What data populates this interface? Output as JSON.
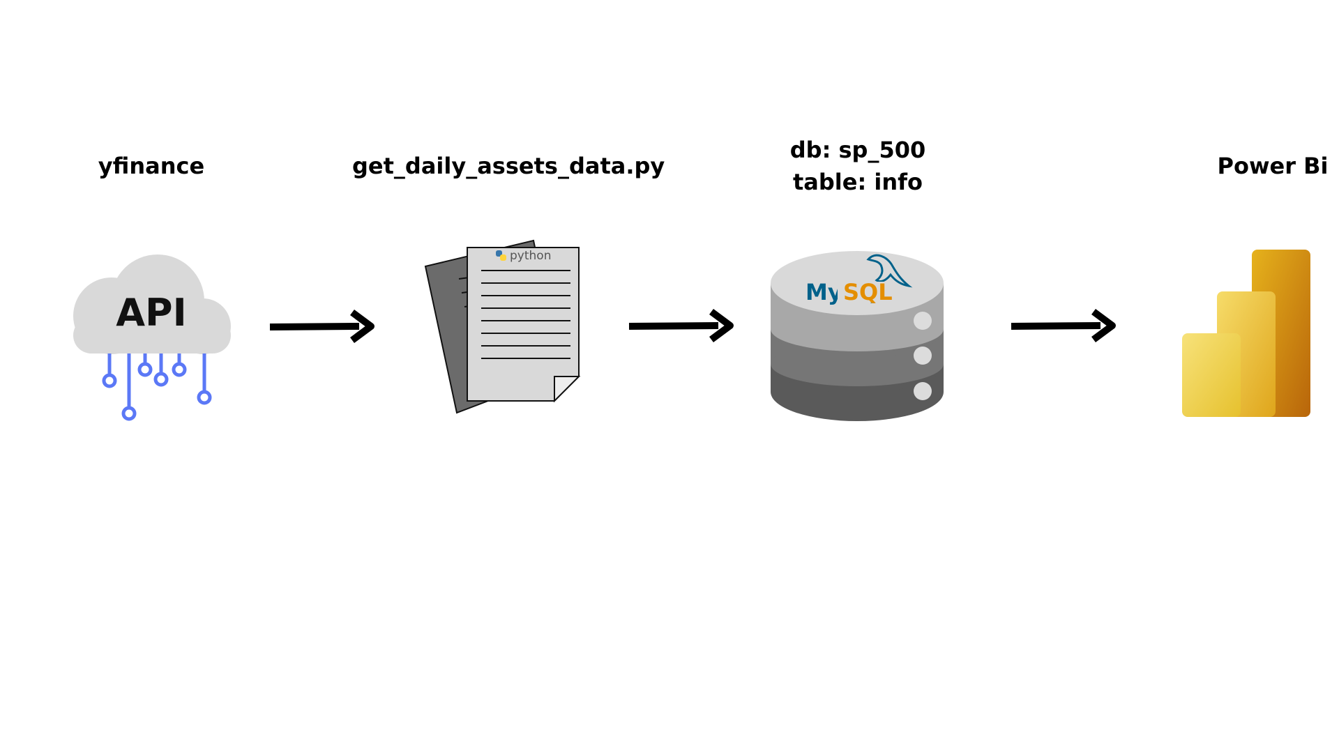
{
  "diagram": {
    "nodes": [
      {
        "id": "api",
        "label": "yfinance",
        "icon": "api-cloud-icon",
        "icon_text": "API"
      },
      {
        "id": "script",
        "label": "get_daily_assets_data.py",
        "icon": "python-document-icon",
        "icon_text": "python"
      },
      {
        "id": "database",
        "label_lines": [
          "db: sp_500",
          "table: info"
        ],
        "icon": "mysql-database-icon",
        "icon_text": "MySQL"
      },
      {
        "id": "powerbi",
        "label": "Power Bi",
        "icon": "power-bi-icon"
      }
    ],
    "edges": [
      {
        "from": "api",
        "to": "script"
      },
      {
        "from": "script",
        "to": "database"
      },
      {
        "from": "database",
        "to": "powerbi"
      }
    ]
  },
  "colors": {
    "cloud": "#d9d9d9",
    "circuit": "#5b78f6",
    "mysql_blue": "#00618a",
    "mysql_orange": "#e48e00",
    "powerbi_light": "#f2d24c",
    "powerbi_mid": "#e6b21c",
    "powerbi_dark": "#c7860d"
  }
}
